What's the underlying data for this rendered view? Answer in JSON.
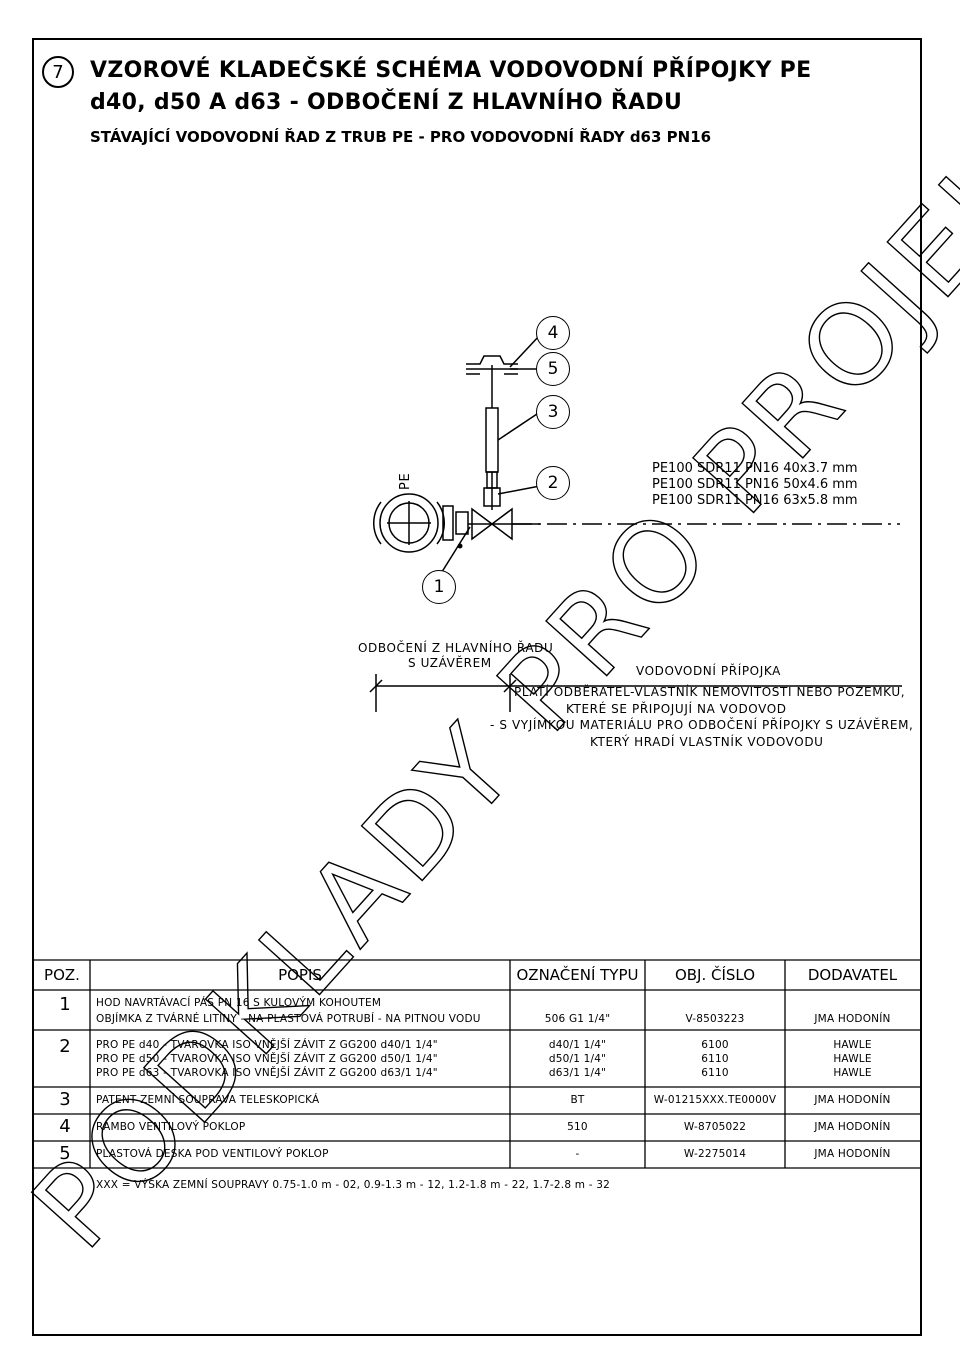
{
  "header": {
    "number": "7",
    "title_line1": "VZOROVÉ KLADEČSKÉ SCHÉMA VODOVODNÍ PŘÍPOJKY PE",
    "title_line2": "d40, d50 A d63 - ODBOČENÍ Z HLAVNÍHO ŘADU",
    "subtitle": "STÁVAJÍCÍ VODOVODNÍ ŘAD Z TRUB PE - PRO VODOVODNÍ ŘADY d63 PN16"
  },
  "diagram": {
    "bubbles": [
      "4",
      "5",
      "3",
      "2",
      "1"
    ],
    "pe_label": "PE",
    "pipe_specs": [
      "PE100 SDR11 PN16 40x3.7 mm",
      "PE100 SDR11 PN16 50x4.6 mm",
      "PE100 SDR11 PN16 63x5.8 mm"
    ],
    "branch_label_1": "ODBOČENÍ Z HLAVNÍHO ŘADU",
    "branch_label_2": "S UZÁVĚREM",
    "connection_title": "VODOVODNÍ PŘÍPOJKA",
    "connection_note": [
      "PLATÍ ODBĚRATEL-VLASTNÍK NEMOVITOSTI NEBO POZEMKU,",
      "KTERÉ SE PŘIPOJUJÍ NA VODOVOD",
      "- S VYJÍMKOU MATERIÁLU PRO ODBOČENÍ PŘÍPOJKY S UZÁVĚREM,",
      "KTERÝ HRADÍ VLASTNÍK VODOVODU"
    ]
  },
  "watermark": "PODKLADY PRO PROJEKT",
  "table": {
    "headers": [
      "POZ.",
      "POPIS",
      "OZNAČENÍ TYPU",
      "OBJ. ČÍSLO",
      "DODAVATEL"
    ],
    "rows": [
      {
        "pos": "1",
        "desc": [
          "HOD NAVRTÁVACÍ PÁS PN 16 S KULOVÝM KOHOUTEM",
          "OBJÍMKA Z TVÁRNÉ LITINY - NA PLASTOVÁ POTRUBÍ - NA PITNOU VODU"
        ],
        "type": [
          "",
          "506 G1 1/4\""
        ],
        "obj": [
          "",
          "V-8503223"
        ],
        "supplier": [
          "",
          "JMA HODONÍN"
        ]
      },
      {
        "pos": "2",
        "desc": [
          "PRO PE d40 - TVAROVKA ISO VNĚJŠÍ ZÁVIT Z GG200 d40/1 1/4\"",
          "PRO PE d50 - TVAROVKA ISO VNĚJŠÍ ZÁVIT Z GG200 d50/1 1/4\"",
          "PRO PE d63 - TVAROVKA ISO VNĚJŠÍ ZÁVIT Z GG200 d63/1 1/4\""
        ],
        "type": [
          "d40/1 1/4\"",
          "d50/1 1/4\"",
          "d63/1 1/4\""
        ],
        "obj": [
          "6100",
          "6110",
          "6110"
        ],
        "supplier": [
          "HAWLE",
          "HAWLE",
          "HAWLE"
        ]
      },
      {
        "pos": "3",
        "desc": [
          "PATENT ZEMNÍ SOUPRAVA TELESKOPICKÁ"
        ],
        "type": [
          "BT"
        ],
        "obj": [
          "W-01215XXX.TE0000V"
        ],
        "supplier": [
          "JMA HODONÍN"
        ]
      },
      {
        "pos": "4",
        "desc": [
          "RAMBO VENTILOVÝ POKLOP"
        ],
        "type": [
          "510"
        ],
        "obj": [
          "W-8705022"
        ],
        "supplier": [
          "JMA HODONÍN"
        ]
      },
      {
        "pos": "5",
        "desc": [
          "PLASTOVÁ DESKA POD VENTILOVÝ POKLOP"
        ],
        "type": [
          "-"
        ],
        "obj": [
          "W-2275014"
        ],
        "supplier": [
          "JMA HODONÍN"
        ]
      }
    ],
    "footnote": "XXX = VÝŠKA ZEMNÍ SOUPRAVY 0.75-1.0 m - 02, 0.9-1.3 m - 12, 1.2-1.8 m - 22, 1.7-2.8 m - 32"
  }
}
